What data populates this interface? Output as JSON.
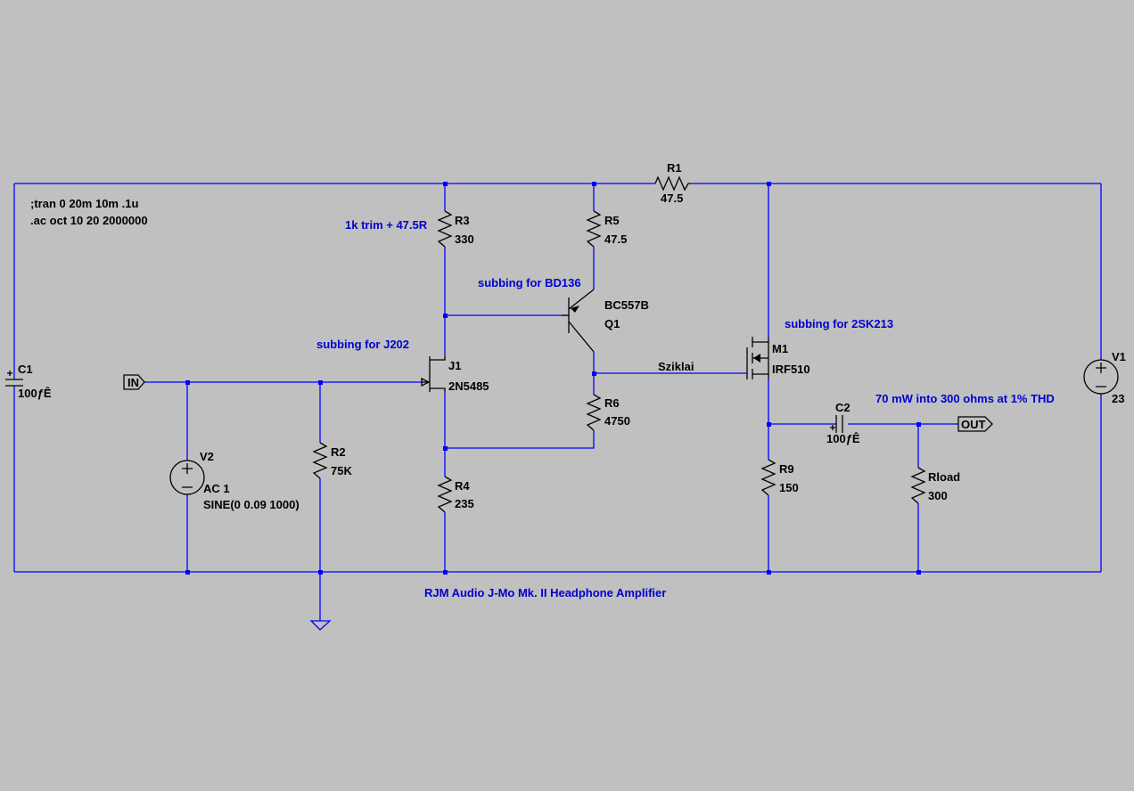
{
  "title": "RJM Audio J-Mo Mk. II Headphone Amplifier",
  "directives": [
    ";tran 0 20m 10m .1u",
    ".ac oct 10 20 2000000"
  ],
  "notes": {
    "trim": "1k trim + 47.5R",
    "bd136": "subbing for BD136",
    "j202": "subbing for J202",
    "sk213": "subbing for 2SK213",
    "sziklai": "Sziklai",
    "output": "70 mW into 300 ohms at 1% THD"
  },
  "components": {
    "R1": {
      "name": "R1",
      "value": "47.5"
    },
    "R2": {
      "name": "R2",
      "value": "75K"
    },
    "R3": {
      "name": "R3",
      "value": "330"
    },
    "R4": {
      "name": "R4",
      "value": "235"
    },
    "R5": {
      "name": "R5",
      "value": "47.5"
    },
    "R6": {
      "name": "R6",
      "value": "4750"
    },
    "R9": {
      "name": "R9",
      "value": "150"
    },
    "Rload": {
      "name": "Rload",
      "value": "300"
    },
    "C1": {
      "name": "C1",
      "value": "100ƒÊ"
    },
    "C2": {
      "name": "C2",
      "value": "100ƒÊ"
    },
    "V1": {
      "name": "V1",
      "value": "23"
    },
    "V2": {
      "name": "V2",
      "value": "AC 1",
      "value2": "SINE(0 0.09 1000)"
    },
    "J1": {
      "name": "J1",
      "value": "2N5485"
    },
    "Q1": {
      "name": "Q1",
      "value": "BC557B"
    },
    "M1": {
      "name": "M1",
      "value": "IRF510"
    }
  },
  "ports": {
    "in": "IN",
    "out": "OUT"
  },
  "colors": {
    "background": "#c0c0c0",
    "wire": "#0000ff",
    "component": "#000000",
    "comment": "#0000d0"
  }
}
